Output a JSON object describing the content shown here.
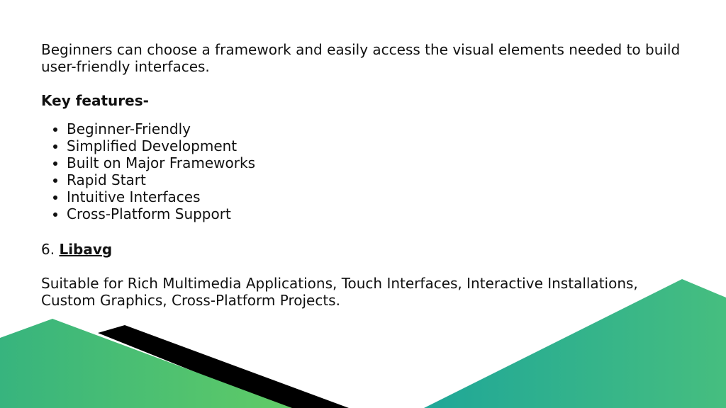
{
  "intro": "Beginners can choose a framework and easily access the visual elements needed to build user-friendly interfaces.",
  "key_features_heading": "Key features-",
  "features": [
    "Beginner-Friendly",
    "Simplified Development",
    "Built on Major Frameworks",
    "Rapid Start",
    "Intuitive Interfaces",
    "Cross-Platform Support"
  ],
  "section": {
    "number": "6.",
    "title": "Libavg"
  },
  "description": "Suitable for Rich Multimedia Applications, Touch Interfaces, Interactive Installations, Custom Graphics, Cross-Platform Projects.",
  "colors": {
    "green_light": "#5cc96a",
    "green_teal": "#1fa896",
    "black": "#000000"
  }
}
